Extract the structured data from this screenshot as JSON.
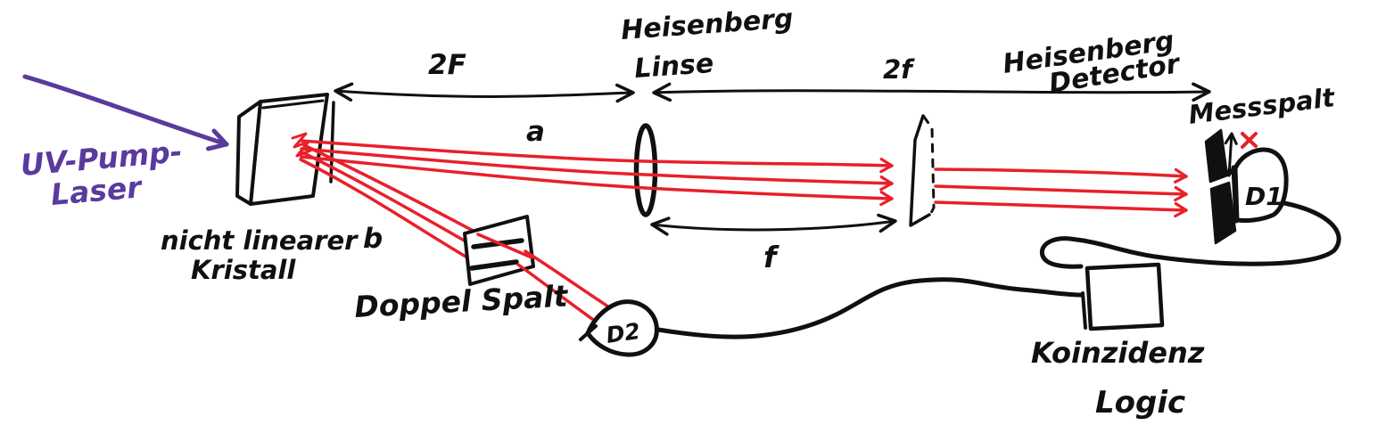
{
  "colors": {
    "ink": "#101010",
    "beam_red": "#e8202a",
    "pump_purple": "#5b3a9e",
    "background": "#ffffff"
  },
  "pump_laser": {
    "label_line1": "UV-Pump-",
    "label_line2": "Laser"
  },
  "crystal": {
    "label_line1": "nicht linearer",
    "label_line2": "Kristall"
  },
  "distances": {
    "crystal_to_lens": "2F",
    "lens_to_messspalt": "2f",
    "lens_to_image_plane": "f"
  },
  "lens": {
    "label_line1": "Heisenberg",
    "label_line2": "Linse"
  },
  "heisenberg_detector": {
    "label_line1": "Heisenberg",
    "label_line2": "Detector"
  },
  "messspalt": {
    "label": "Messspalt",
    "x_marker": "×"
  },
  "beam_labels": {
    "upper": "a",
    "lower": "b"
  },
  "double_slit": {
    "label": "Doppel Spalt"
  },
  "detectors": {
    "d1": "D1",
    "d2": "D2"
  },
  "coincidence_logic": {
    "label_line1": "Koinzidenz",
    "label_line2": "Logic"
  }
}
